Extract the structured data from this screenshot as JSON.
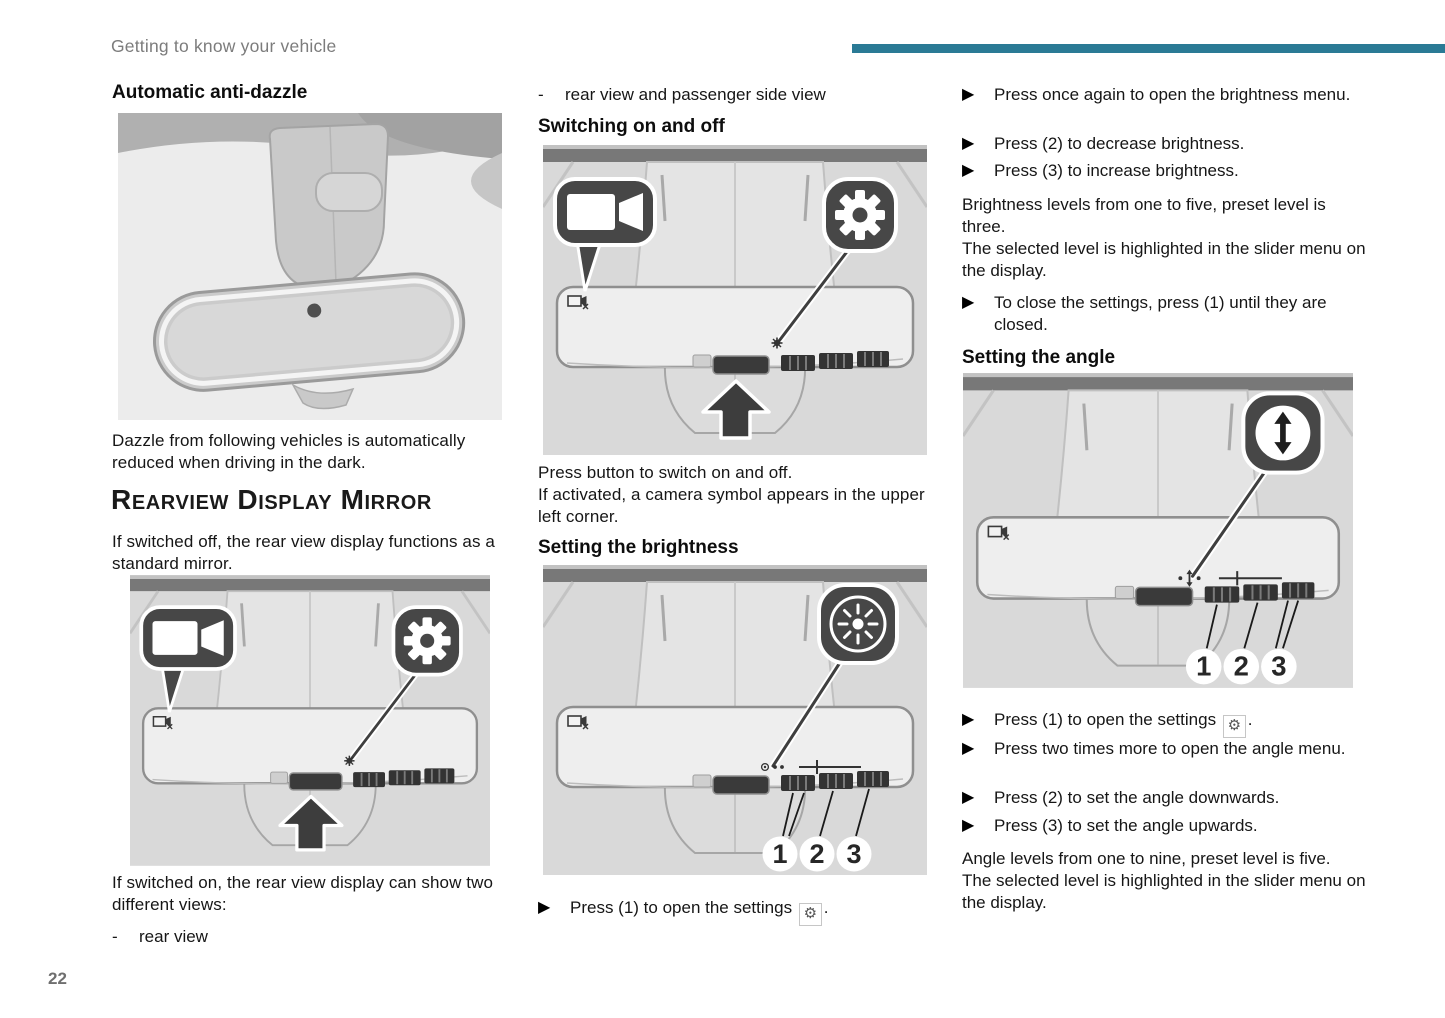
{
  "header": {
    "breadcrumb": "Getting to know your vehicle",
    "accent_bar_color": "#2a7a95"
  },
  "icons": {
    "step_arrow": "▶",
    "dash": "-",
    "settings_gear": "⚙"
  },
  "left": {
    "anti_dazzle_title": "Automatic anti-dazzle",
    "anti_dazzle_caption_line1": "Dazzle from following vehicles is automatically",
    "anti_dazzle_caption_line2": "reduced when driving in the dark.",
    "main_title": "Rearview Display Mirror",
    "intro_text": "If switched off, the rear view display functions as a standard mirror.",
    "views_intro": "If switched on, the rear view display can show two different views:",
    "view_items": [
      "rear view"
    ]
  },
  "middle": {
    "view_item_continued": "rear view and passenger side view",
    "switching_title": "Switching on and off",
    "switching_line1": "Press button to switch on and off.",
    "switching_line2": "If activated, a camera symbol appears in the upper left corner.",
    "brightness_title": "Setting the brightness",
    "open_settings_text": "Press (1) to open the settings",
    "open_settings_suffix": "."
  },
  "right": {
    "brightness_steps": [
      "Press once again to open the brightness menu.",
      "Press (2) to decrease brightness.",
      "Press (3) to increase brightness."
    ],
    "brightness_note_line1": "Brightness levels from one to five, preset level is three.",
    "brightness_note_line2": "The selected level is highlighted in the slider menu on the display.",
    "close_settings_step": "To close the settings, press (1) until they are closed.",
    "angle_title": "Setting the angle",
    "open_settings_text": "Press (1) to open the settings",
    "open_settings_suffix": ".",
    "angle_steps": [
      "Press two times more to open the angle menu.",
      "Press (2) to set the angle downwards.",
      "Press (3) to set the angle upwards."
    ],
    "angle_note_line1": "Angle levels from one to nine, preset level is five.",
    "angle_note_line2": "The selected level is highlighted in the slider menu on the display."
  },
  "figures": {
    "callout_numbers": [
      "1",
      "2",
      "3"
    ]
  },
  "footer": {
    "page_number": "22"
  }
}
